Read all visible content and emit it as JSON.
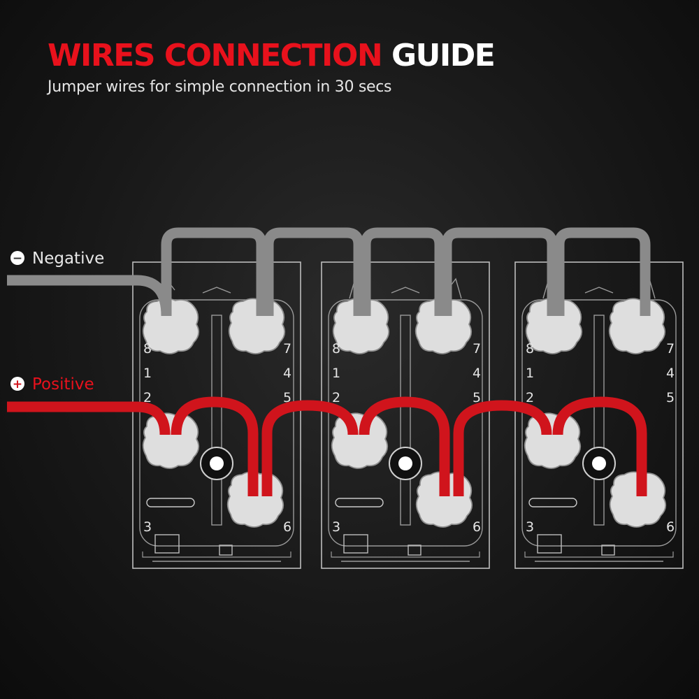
{
  "header": {
    "title_highlight": "WIRES CONNECTION",
    "title_rest": "GUIDE",
    "subtitle": "Jumper wires for simple connection in 30 secs"
  },
  "legend": {
    "negative_symbol": "−",
    "negative_label": "Negative",
    "positive_symbol": "+",
    "positive_label": "Positive"
  },
  "colors": {
    "negative_wire": "#8a8a8a",
    "positive_wire": "#d0141c",
    "terminal": "#dedede",
    "switch_outline": "#bdbdbd"
  },
  "switches": [
    {
      "id": "switch-1",
      "pins": {
        "top_left": "8",
        "top_right": "7",
        "mid_left_1": "1",
        "mid_left_2": "2",
        "mid_right_1": "4",
        "mid_right_2": "5",
        "bottom_left": "3",
        "bottom_right": "6"
      }
    },
    {
      "id": "switch-2",
      "pins": {
        "top_left": "8",
        "top_right": "7",
        "mid_left_1": "1",
        "mid_left_2": "2",
        "mid_right_1": "4",
        "mid_right_2": "5",
        "bottom_left": "3",
        "bottom_right": "6"
      }
    },
    {
      "id": "switch-3",
      "pins": {
        "top_left": "8",
        "top_right": "7",
        "mid_left_1": "1",
        "mid_left_2": "2",
        "mid_right_1": "4",
        "mid_right_2": "5",
        "bottom_left": "3",
        "bottom_right": "6"
      }
    }
  ]
}
